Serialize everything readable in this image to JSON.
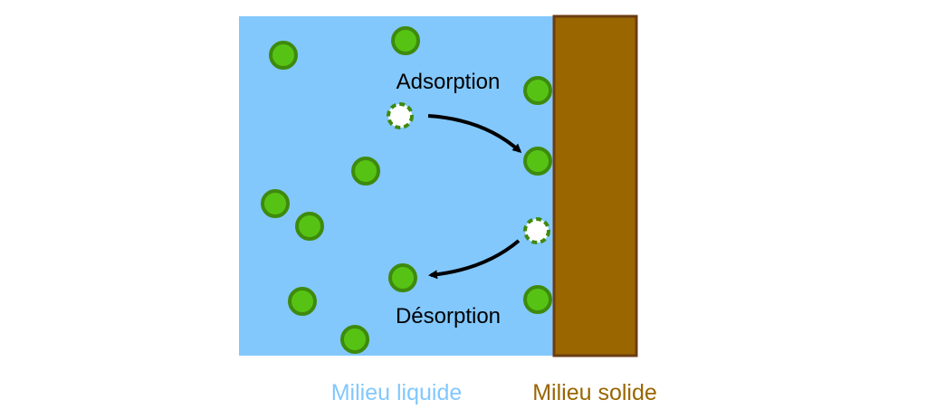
{
  "colors": {
    "liquid": "#82c8fd",
    "solid": "#996600",
    "solid_border": "#6b3d12",
    "particle_fill": "#56c314",
    "particle_stroke": "#3e8a0d",
    "arrow": "#000000",
    "liquid_label": "#82c8fd",
    "solid_label": "#996600"
  },
  "labels": {
    "adsorption": "Adsorption",
    "desorption": "Désorption"
  },
  "captions": {
    "liquid": "Milieu liquide",
    "solid": "Milieu solide"
  }
}
